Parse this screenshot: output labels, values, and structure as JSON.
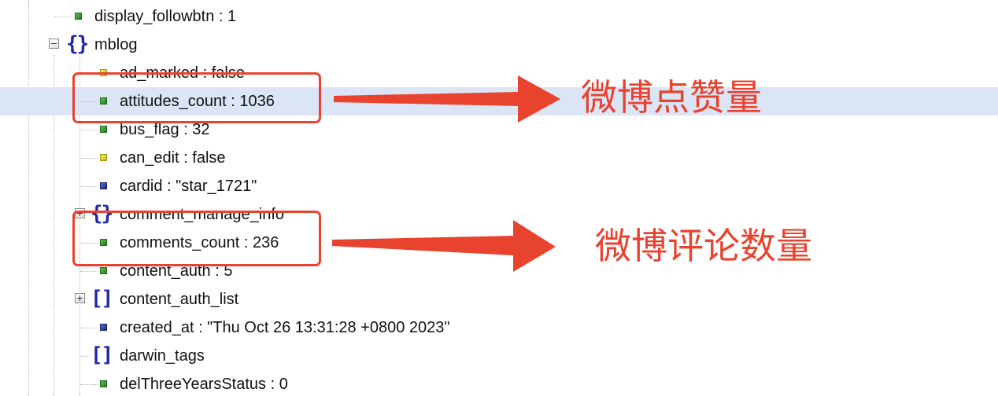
{
  "tree": {
    "rows": [
      {
        "label": "display_followbtn : 1",
        "icon": "number-node-icon"
      },
      {
        "label": "mblog",
        "icon": "object-node-icon",
        "toggle": "minus"
      },
      {
        "label": "ad_marked : false",
        "icon": "boolean-node-icon"
      },
      {
        "label": "attitudes_count : 1036",
        "icon": "number-node-icon",
        "selected": true
      },
      {
        "label": "bus_flag : 32",
        "icon": "number-node-icon"
      },
      {
        "label": "can_edit : false",
        "icon": "boolean-node-icon"
      },
      {
        "label": "cardid : \"star_1721\"",
        "icon": "string-node-icon"
      },
      {
        "label": "comment_manage_info",
        "icon": "object-node-icon",
        "toggle": "plus"
      },
      {
        "label": "comments_count : 236",
        "icon": "number-node-icon"
      },
      {
        "label": "content_auth : 5",
        "icon": "number-node-icon"
      },
      {
        "label": "content_auth_list",
        "icon": "array-node-icon",
        "toggle": "plus"
      },
      {
        "label": "created_at : \"Thu Oct 26 13:31:28 +0800 2023\"",
        "icon": "string-node-icon"
      },
      {
        "label": "darwin_tags",
        "icon": "array-node-icon"
      },
      {
        "label": "delThreeYearsStatus : 0",
        "icon": "number-node-icon"
      }
    ]
  },
  "annotations": {
    "likes_label": "微博点赞量",
    "comments_label": "微博评论数量"
  },
  "colors": {
    "annotation_red": "#e8432f",
    "selection_bg": "#dce5f6",
    "brace_blue": "#1f28a8"
  }
}
